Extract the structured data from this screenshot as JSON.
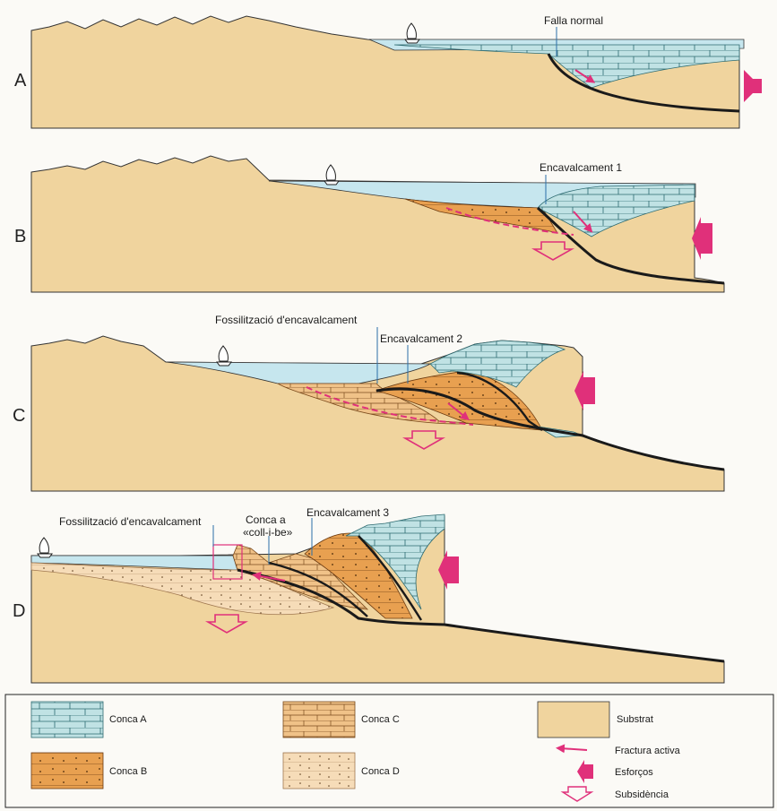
{
  "stages": {
    "a": {
      "letter": "A",
      "labels": {
        "normal_fault": "Falla normal"
      }
    },
    "b": {
      "letter": "B",
      "labels": {
        "thrust": "Encavalcament 1"
      }
    },
    "c": {
      "letter": "C",
      "labels": {
        "fossil": "Fossilització d'encavalcament",
        "thrust": "Encavalcament 2"
      }
    },
    "d": {
      "letter": "D",
      "labels": {
        "fossil": "Fossilització d'encavalcament",
        "piggyback_l1": "Conca a",
        "piggyback_l2": "«coll-i-be»",
        "thrust": "Encavalcament 3"
      }
    }
  },
  "legend": {
    "basin_a": "Conca A",
    "basin_b": "Conca B",
    "basin_c": "Conca C",
    "basin_d": "Conca D",
    "substrate": "Substrat",
    "active_fault": "Fractura activa",
    "stress": "Esforços",
    "subsidence": "Subsidència"
  },
  "colors": {
    "substrate": "#f0d49e",
    "sea": "#c6e6ee",
    "basin_a": "#c0e2e4",
    "basin_b": "#e8a050",
    "basin_c": "#f0c288",
    "basin_d": "#f6dcb8",
    "accent": "#e0307a"
  }
}
